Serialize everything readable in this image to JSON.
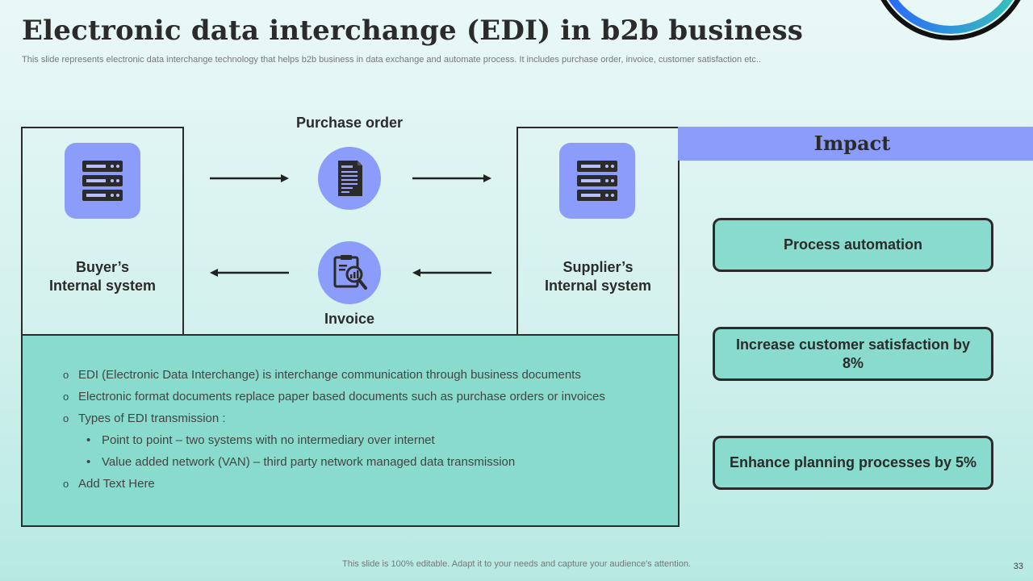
{
  "slide": {
    "title": "Electronic data interchange (EDI) in b2b business",
    "subtitle": "This slide represents electronic data interchange technology that helps b2b business in data exchange and automate process. It includes purchase order, invoice, customer satisfaction etc..",
    "footer": "This slide is 100% editable. Adapt it to your needs and capture your audience's attention.",
    "page_number": "33"
  },
  "diagram": {
    "buyer": {
      "line1": "Buyer’s",
      "line2": "Internal system",
      "icon": "server-icon"
    },
    "supplier": {
      "line1": "Supplier’s",
      "line2": "Internal system",
      "icon": "server-icon"
    },
    "purchase_order": {
      "label": "Purchase order",
      "icon": "document-icon",
      "direction": "buyer-to-supplier"
    },
    "invoice": {
      "label": "Invoice",
      "icon": "invoice-analysis-icon",
      "direction": "supplier-to-buyer"
    }
  },
  "details": {
    "bullets": [
      "EDI (Electronic Data Interchange)  is interchange communication through business documents",
      "Electronic format documents replace paper based documents such as purchase orders or invoices",
      "Types of EDI transmission :"
    ],
    "sub_bullets": [
      "Point to point – two systems with no intermediary over internet",
      "Value added network (VAN) – third party network managed data transmission"
    ],
    "last_bullet": "Add Text Here"
  },
  "impact": {
    "heading": "Impact",
    "items": [
      "Process automation",
      "Increase customer satisfaction by 8%",
      "Enhance planning processes by 5%"
    ]
  },
  "colors": {
    "accent": "#8c9cfb",
    "teal": "#88dbcd",
    "outline": "#2b2b2b"
  }
}
